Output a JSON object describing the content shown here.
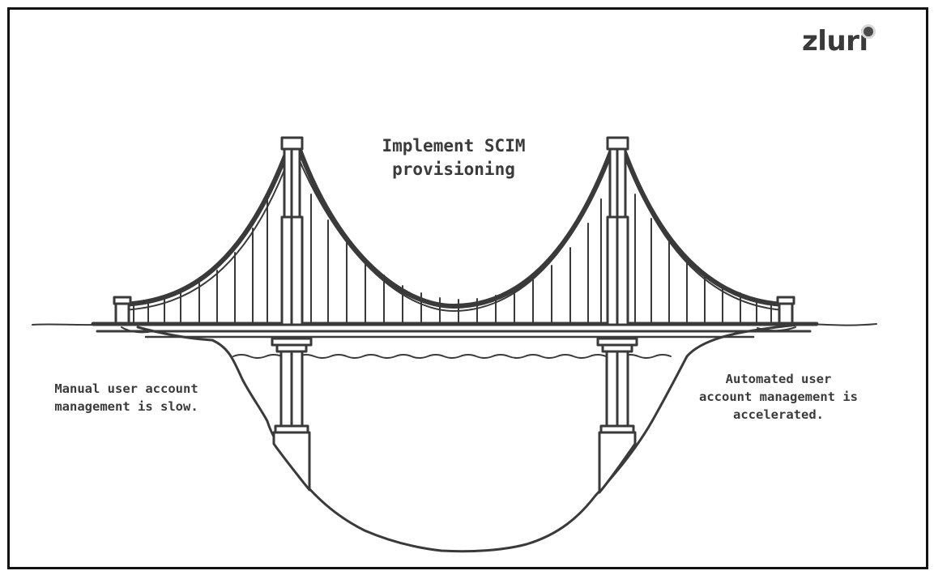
{
  "logo": {
    "text": "zluri"
  },
  "diagram": {
    "title_line1": "Implement SCIM",
    "title_line2": "provisioning",
    "left_caption_line1": "Manual user account",
    "left_caption_line2": "management is slow.",
    "right_caption_line1": "Automated user",
    "right_caption_line2": "account management is",
    "right_caption_line3": "accelerated."
  },
  "colors": {
    "ink": "#3a3a3a",
    "frame": "#111111",
    "background": "#ffffff"
  }
}
